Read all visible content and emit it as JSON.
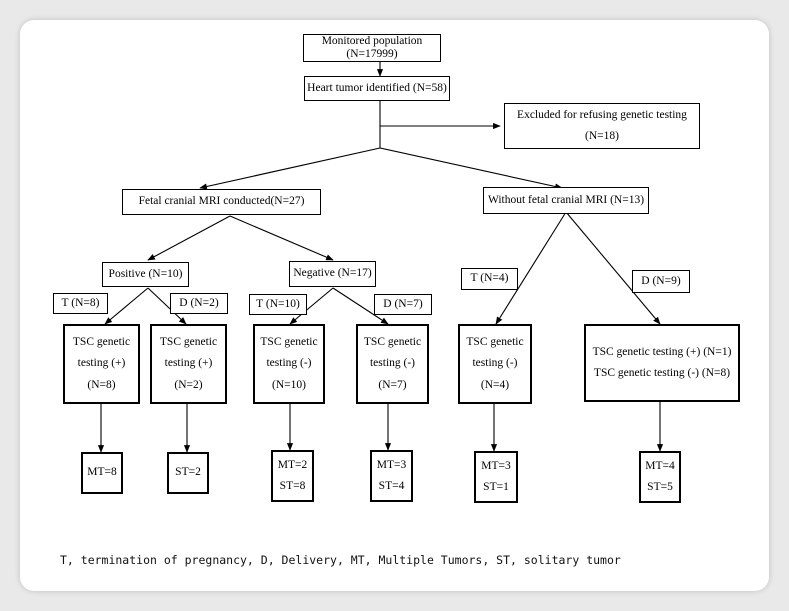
{
  "nodes": {
    "monitored": "Monitored population (N=17999)",
    "heart_tumor": "Heart tumor identified (N=58)",
    "excluded": [
      "Excluded for refusing genetic testing",
      "(N=18)"
    ],
    "mri": "Fetal cranial MRI conducted(N=27)",
    "no_mri": "Without fetal cranial MRI (N=13)",
    "positive": "Positive (N=10)",
    "negative": "Negative (N=17)",
    "pos_t": "T (N=8)",
    "pos_d": "D (N=2)",
    "neg_t": "T (N=10)",
    "neg_d": "D (N=7)",
    "nomri_t": "T (N=4)",
    "nomri_d": "D (N=9)",
    "tsc_pos_t": [
      "TSC genetic",
      "testing (+)",
      "(N=8)"
    ],
    "tsc_pos_d": [
      "TSC genetic",
      "testing (+)",
      "(N=2)"
    ],
    "tsc_neg_t": [
      "TSC genetic",
      "testing (-)",
      "(N=10)"
    ],
    "tsc_neg_d": [
      "TSC genetic",
      "testing (-)",
      "(N=7)"
    ],
    "tsc_nomri_t": [
      "TSC genetic",
      "testing (-)",
      "(N=4)"
    ],
    "tsc_nomri_d": [
      "TSC genetic testing (+) (N=1)",
      "TSC genetic testing (-) (N=8)"
    ],
    "res_1": [
      "MT=8"
    ],
    "res_2": [
      "ST=2"
    ],
    "res_3": [
      "MT=2",
      "ST=8"
    ],
    "res_4": [
      "MT=3",
      "ST=4"
    ],
    "res_5": [
      "MT=3",
      "ST=1"
    ],
    "res_6": [
      "MT=4",
      "ST=5"
    ]
  },
  "legend": "T, termination of pregnancy, D, Delivery, MT, Multiple Tumors, ST, solitary tumor"
}
